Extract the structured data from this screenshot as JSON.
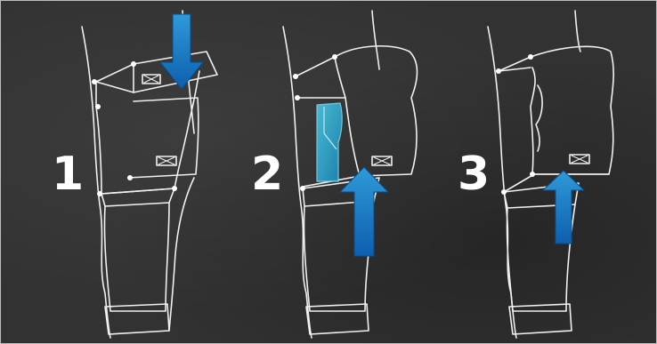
{
  "steps": [
    {
      "number": "1"
    },
    {
      "number": "2"
    },
    {
      "number": "3"
    }
  ],
  "colors": {
    "background": "#323232",
    "line": "#f2f2f2",
    "arrow_dark": "#0d5fae",
    "arrow_light": "#2f9ad8",
    "accent_cyan": "#3ab6d6"
  },
  "icons": [
    "leg-outline",
    "knee-brace",
    "hook-loop-strap",
    "arrow-down",
    "arrow-up",
    "fold-flap"
  ]
}
